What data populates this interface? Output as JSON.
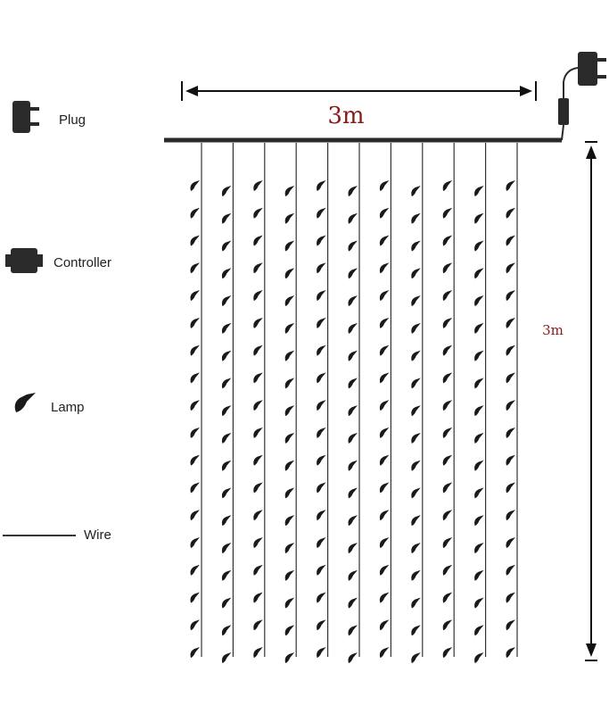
{
  "legend": {
    "plug": "Plug",
    "controller": "Controller",
    "lamp": "Lamp",
    "wire": "Wire"
  },
  "dimensions": {
    "width_label": "3m",
    "height_label": "3m"
  },
  "curtain": {
    "strand_count": 11,
    "lamps_per_strand": 18
  },
  "colors": {
    "wire": "#333333",
    "lamp": "#1a1a1a",
    "label": "#8b1a1a"
  }
}
